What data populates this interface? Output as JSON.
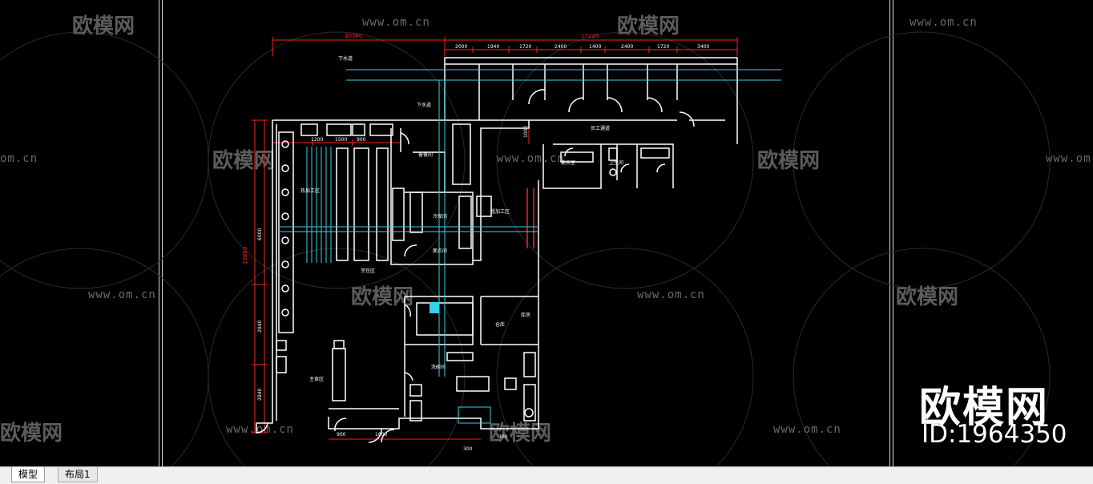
{
  "watermark": {
    "brand": "欧模网",
    "id_text": "ID:1964350",
    "url": "www.om.cn",
    "url_short": "om.cn",
    "logo": "欧模网",
    "logo_partial": "欧模网"
  },
  "drawing": {
    "dims": {
      "top_total": "10360",
      "top_right_total": "17220",
      "top_segments": [
        "2000",
        "1940",
        "1720",
        "2400",
        "1400",
        "2400",
        "1720",
        "3400"
      ],
      "left_total": "10860",
      "left_segments": [
        "6000",
        "2840",
        "2840"
      ],
      "kitchen_segments": [
        "1200",
        "1500",
        "900"
      ],
      "bottom_segments": [
        "900",
        "1800",
        "300",
        "300"
      ],
      "side_small": "1000"
    },
    "room_labels": [
      "下水道",
      "下水道",
      "员工通道",
      "粗加工区",
      "备餐间",
      "冷荤间",
      "面点间",
      "洗碗间",
      "仓库",
      "更衣室",
      "卫生间",
      "库房",
      "热加工区",
      "主食区",
      "烹饪区"
    ]
  },
  "tabs": {
    "model": "模型",
    "layout1": "布局1"
  },
  "colors": {
    "background": "#000000",
    "cad_white": "#ffffff",
    "cad_red": "#ff2020",
    "cad_cyan": "#36d2e6",
    "tabbar": "#f0f0f0"
  }
}
